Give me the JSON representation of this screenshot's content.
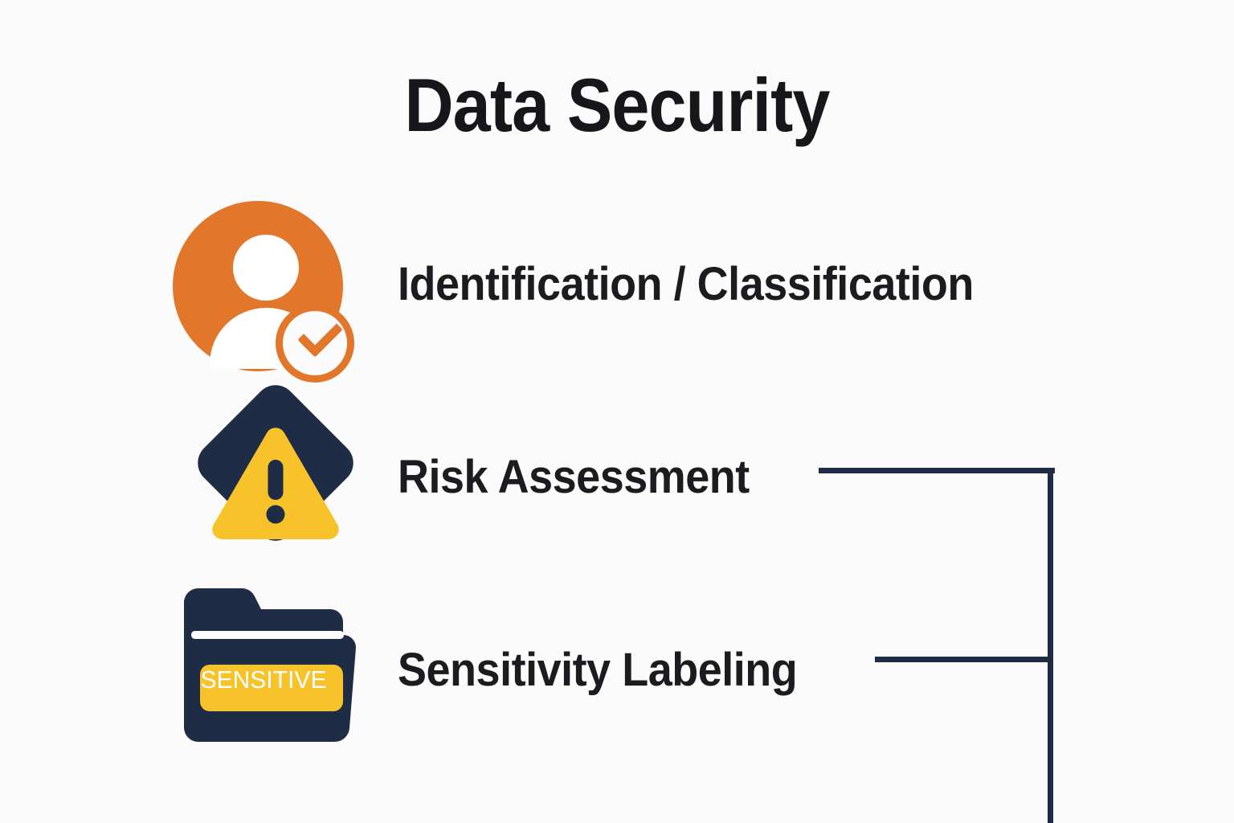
{
  "page": {
    "title": "Data Security",
    "background_color": "#fbfbfb",
    "title_color": "#15171a"
  },
  "palette": {
    "orange": "#e2772b",
    "navy": "#1e2d45",
    "yellow": "#f7c22a",
    "white": "#ffffff"
  },
  "items": [
    {
      "label": "Identification / Classification",
      "icon": "user-check-icon",
      "icon_colors": {
        "background": "#e2772b",
        "figure": "#ffffff",
        "badge_check": "#e2772b"
      },
      "has_connector": false
    },
    {
      "label": "Risk Assessment",
      "icon": "warning-diamond-icon",
      "icon_colors": {
        "background": "#1e2d45",
        "triangle": "#f7c22a",
        "mark": "#1e2d45"
      },
      "has_connector": true
    },
    {
      "label": "Sensitivity Labeling",
      "icon": "sensitive-folder-icon",
      "icon_colors": {
        "folder": "#1e2d45",
        "tag": "#f7c22a",
        "tag_text": "#ffffff"
      },
      "badge_text": "SENSITIVE",
      "has_connector": true
    }
  ],
  "connectors": {
    "line_color": "#1e2d45",
    "description": "bracket joining Risk Assessment and Sensitivity Labeling to a vertical trunk continuing off-canvas"
  }
}
